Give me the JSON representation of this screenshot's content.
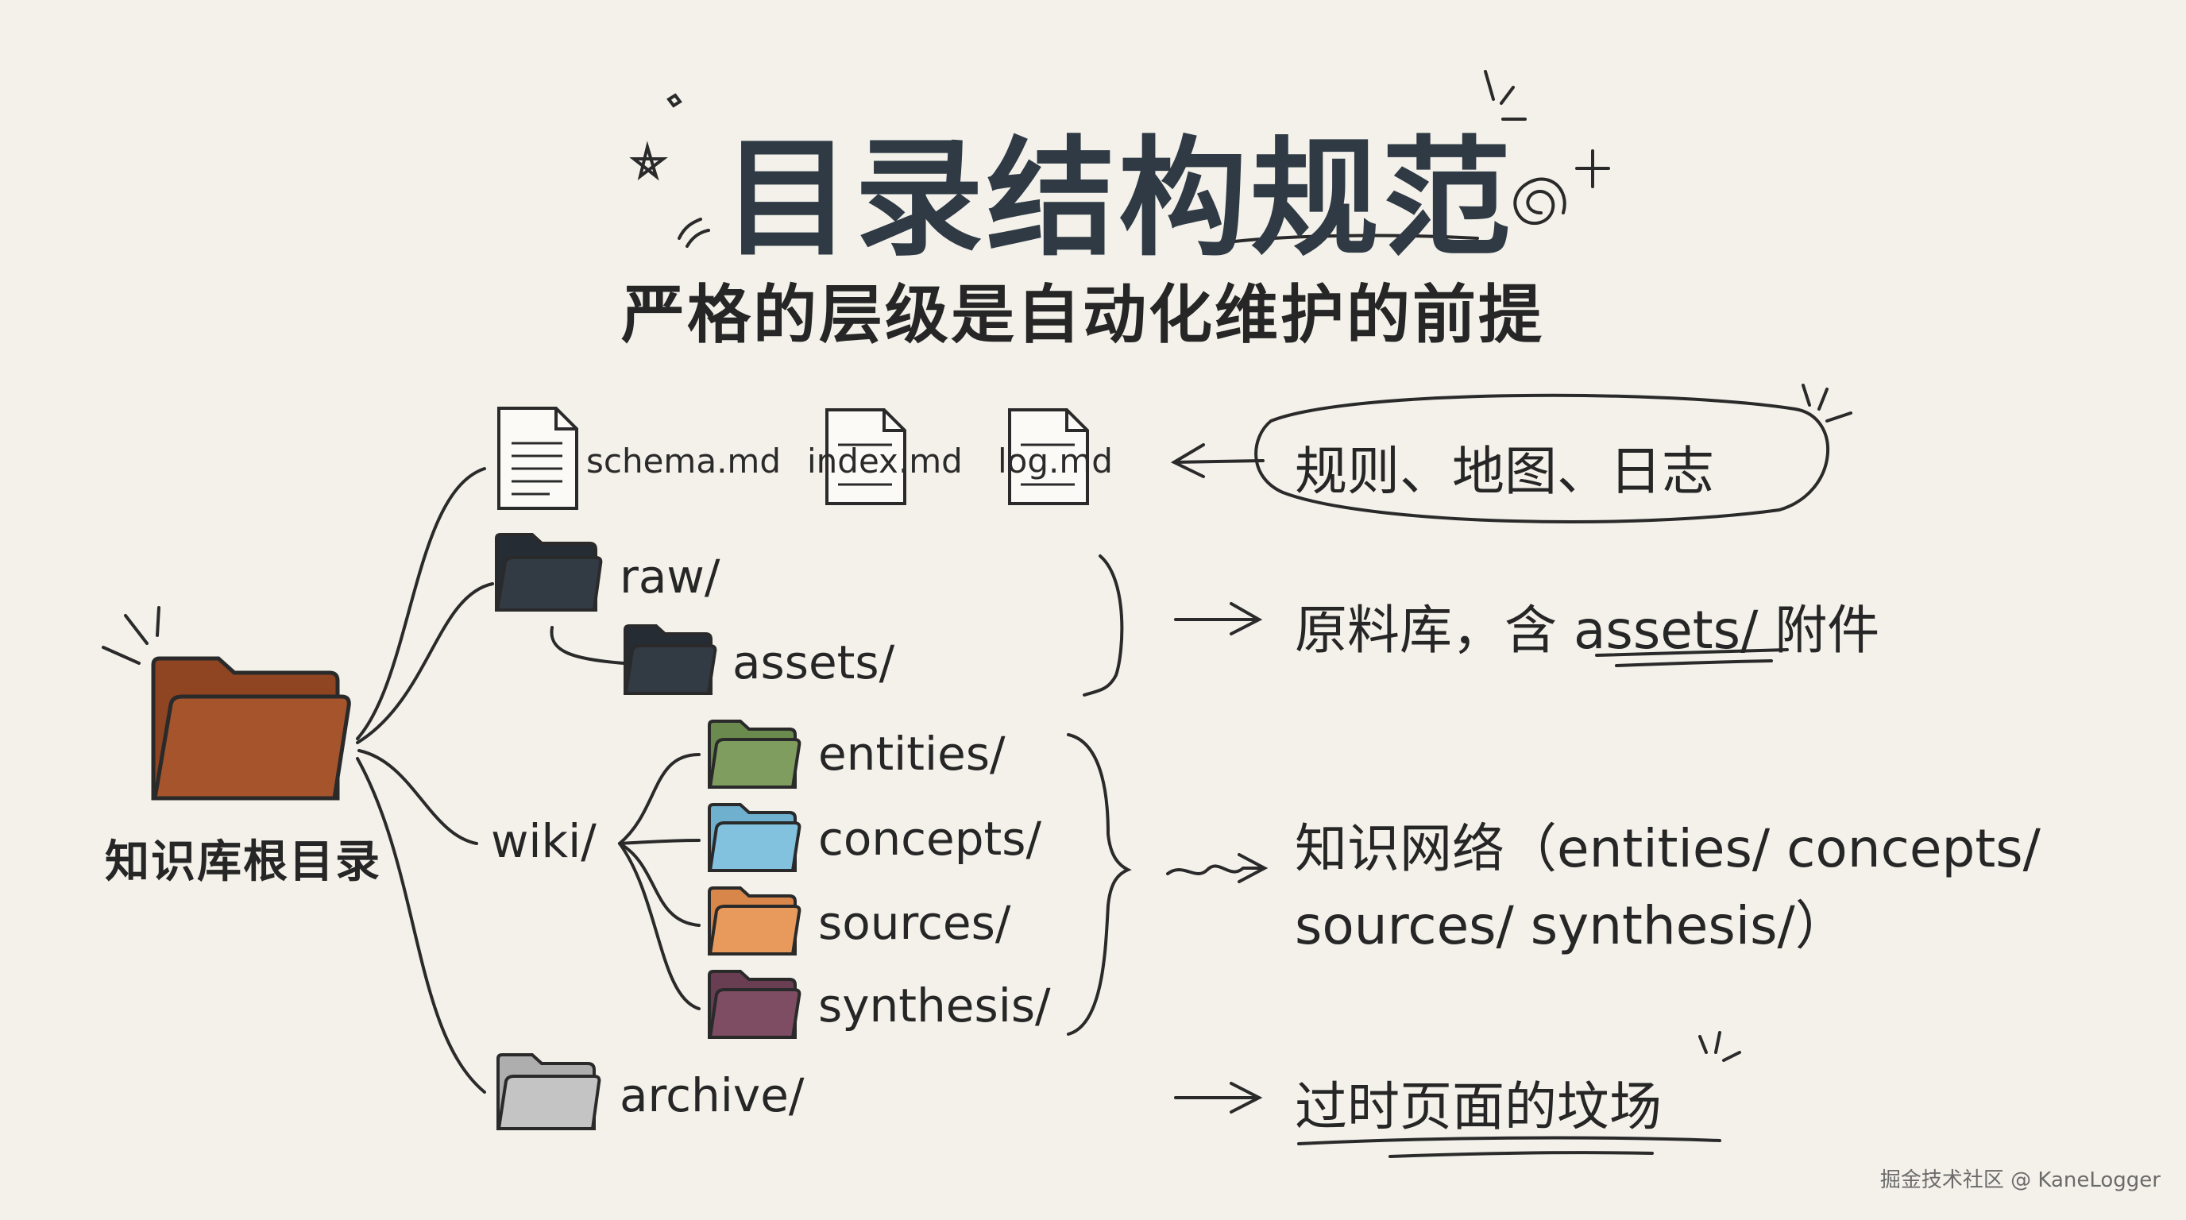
{
  "title": "目录结构规范",
  "subtitle": "严格的层级是自动化维护的前提",
  "root": {
    "label": "知识库根目录"
  },
  "files": [
    {
      "name": "schema.md"
    },
    {
      "name": "index.md"
    },
    {
      "name": "log.md"
    }
  ],
  "folders": {
    "raw": "raw/",
    "assets": "assets/",
    "wiki": "wiki/",
    "entities": "entities/",
    "concepts": "concepts/",
    "sources": "sources/",
    "synthesis": "synthesis/",
    "archive": "archive/"
  },
  "notes": {
    "files": "规则、地图、日志",
    "raw_prefix": "原料库，含 ",
    "raw_highlight": "assets/",
    "raw_suffix": " 附件",
    "wiki_line1": "知识网络（entities/ concepts/",
    "wiki_line2": "sources/ synthesis/）",
    "archive": "过时页面的坟场"
  },
  "watermark": "掘金技术社区 @ KaneLogger",
  "colors": {
    "root_folder": "#a5542c",
    "raw_folder": "#323a44",
    "entities": "#7f9d5f",
    "concepts": "#82c2de",
    "sources": "#e89a5c",
    "synthesis": "#7e4d63",
    "archive": "#c4c4c4",
    "title": "#2f3a44"
  }
}
